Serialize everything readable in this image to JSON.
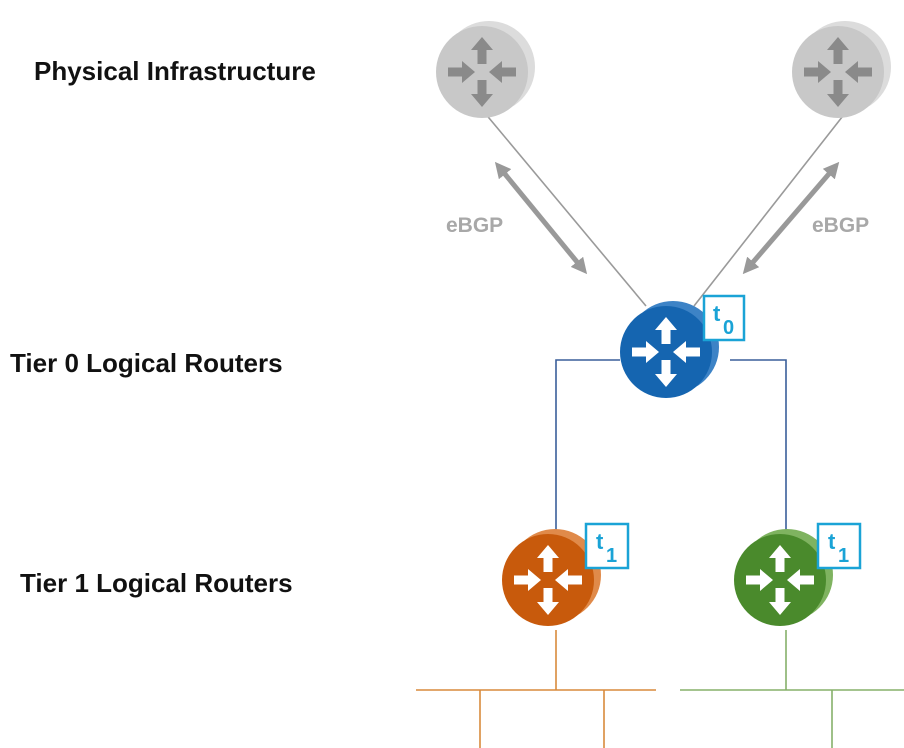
{
  "labels": {
    "physical": "Physical Infrastructure",
    "tier0": "Tier 0 Logical Routers",
    "tier1": "Tier 1 Logical Routers"
  },
  "links": {
    "left_protocol": "eBGP",
    "right_protocol": "eBGP"
  },
  "routers": {
    "physical_left": {
      "color": "#c8c8c8",
      "shade": "#dcdcdc",
      "arrow": "#8a8a8a"
    },
    "physical_right": {
      "color": "#c8c8c8",
      "shade": "#dcdcdc",
      "arrow": "#8a8a8a"
    },
    "tier0": {
      "color": "#1565b0",
      "shade": "#3d83c6",
      "arrow": "#ffffff",
      "badge": {
        "letter": "t",
        "sub": "0"
      }
    },
    "tier1_left": {
      "color": "#c85a0c",
      "shade": "#e08a4a",
      "arrow": "#ffffff",
      "badge": {
        "letter": "t",
        "sub": "1"
      }
    },
    "tier1_right": {
      "color": "#4a8a2c",
      "shade": "#7fb360",
      "arrow": "#ffffff",
      "badge": {
        "letter": "t",
        "sub": "1"
      }
    }
  },
  "colors": {
    "tier0_links": "#3a5f9a",
    "tier1_left_segment": "#d88a3c",
    "tier1_right_segment": "#86b06a",
    "physical_links": "#9a9a9a",
    "badge_border": "#1aa3d6"
  }
}
